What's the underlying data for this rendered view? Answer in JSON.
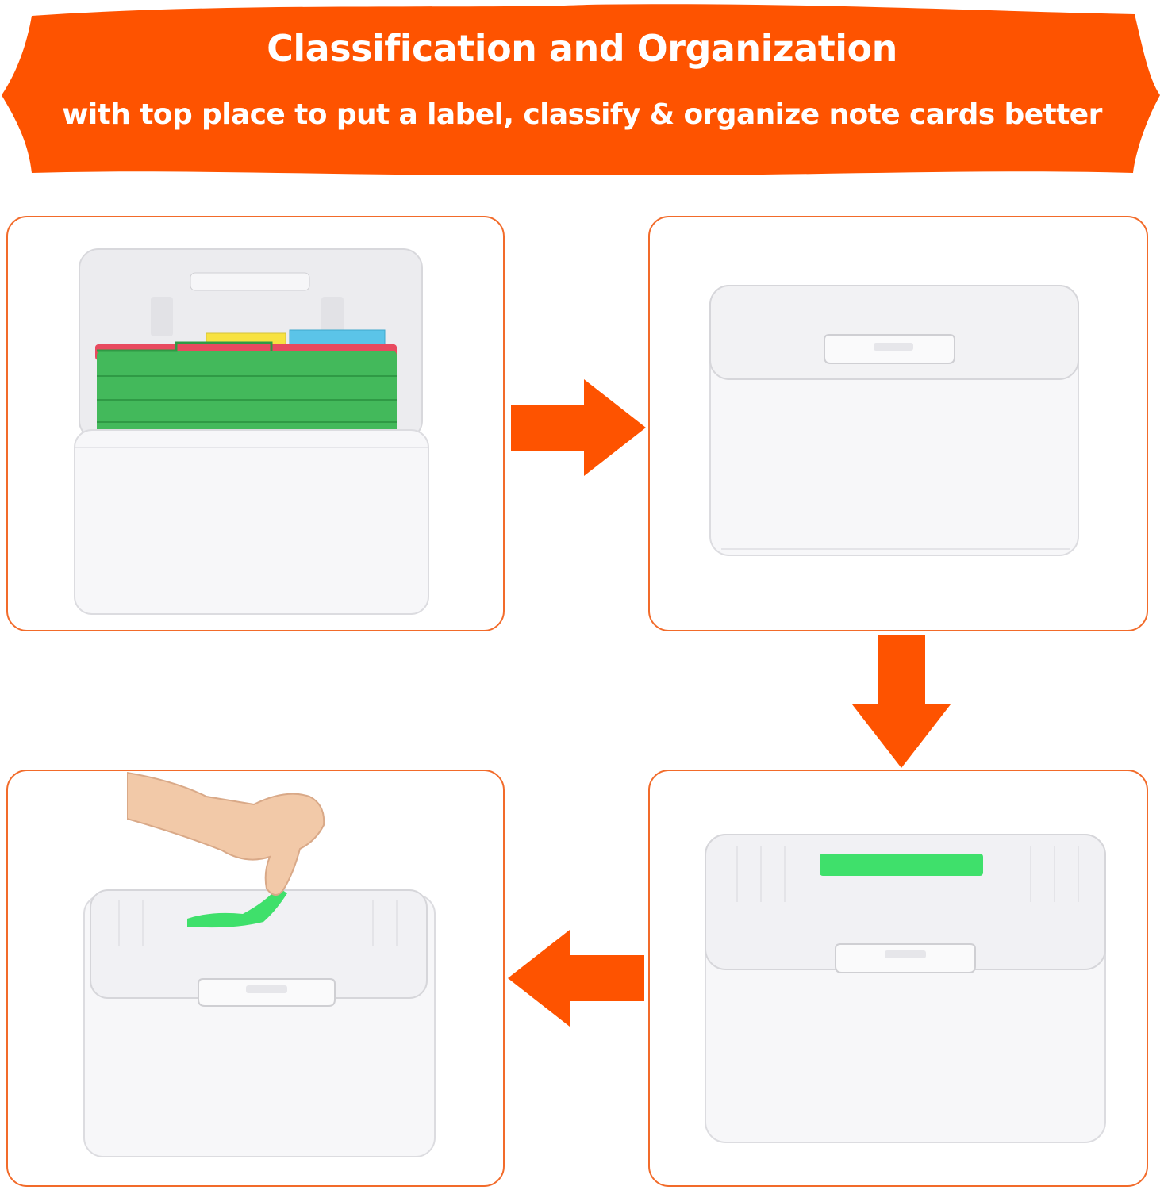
{
  "banner": {
    "title": "Classification and Organization",
    "subtitle": "with top place to put a label, classify & organize note cards better",
    "color": "#fe5300"
  },
  "accent": {
    "panel_border": "#f26b2a",
    "arrow": "#fe5300"
  },
  "steps": [
    {
      "name": "open-box-with-cards"
    },
    {
      "name": "closed-box"
    },
    {
      "name": "box-with-green-label"
    },
    {
      "name": "applying-green-label"
    }
  ]
}
